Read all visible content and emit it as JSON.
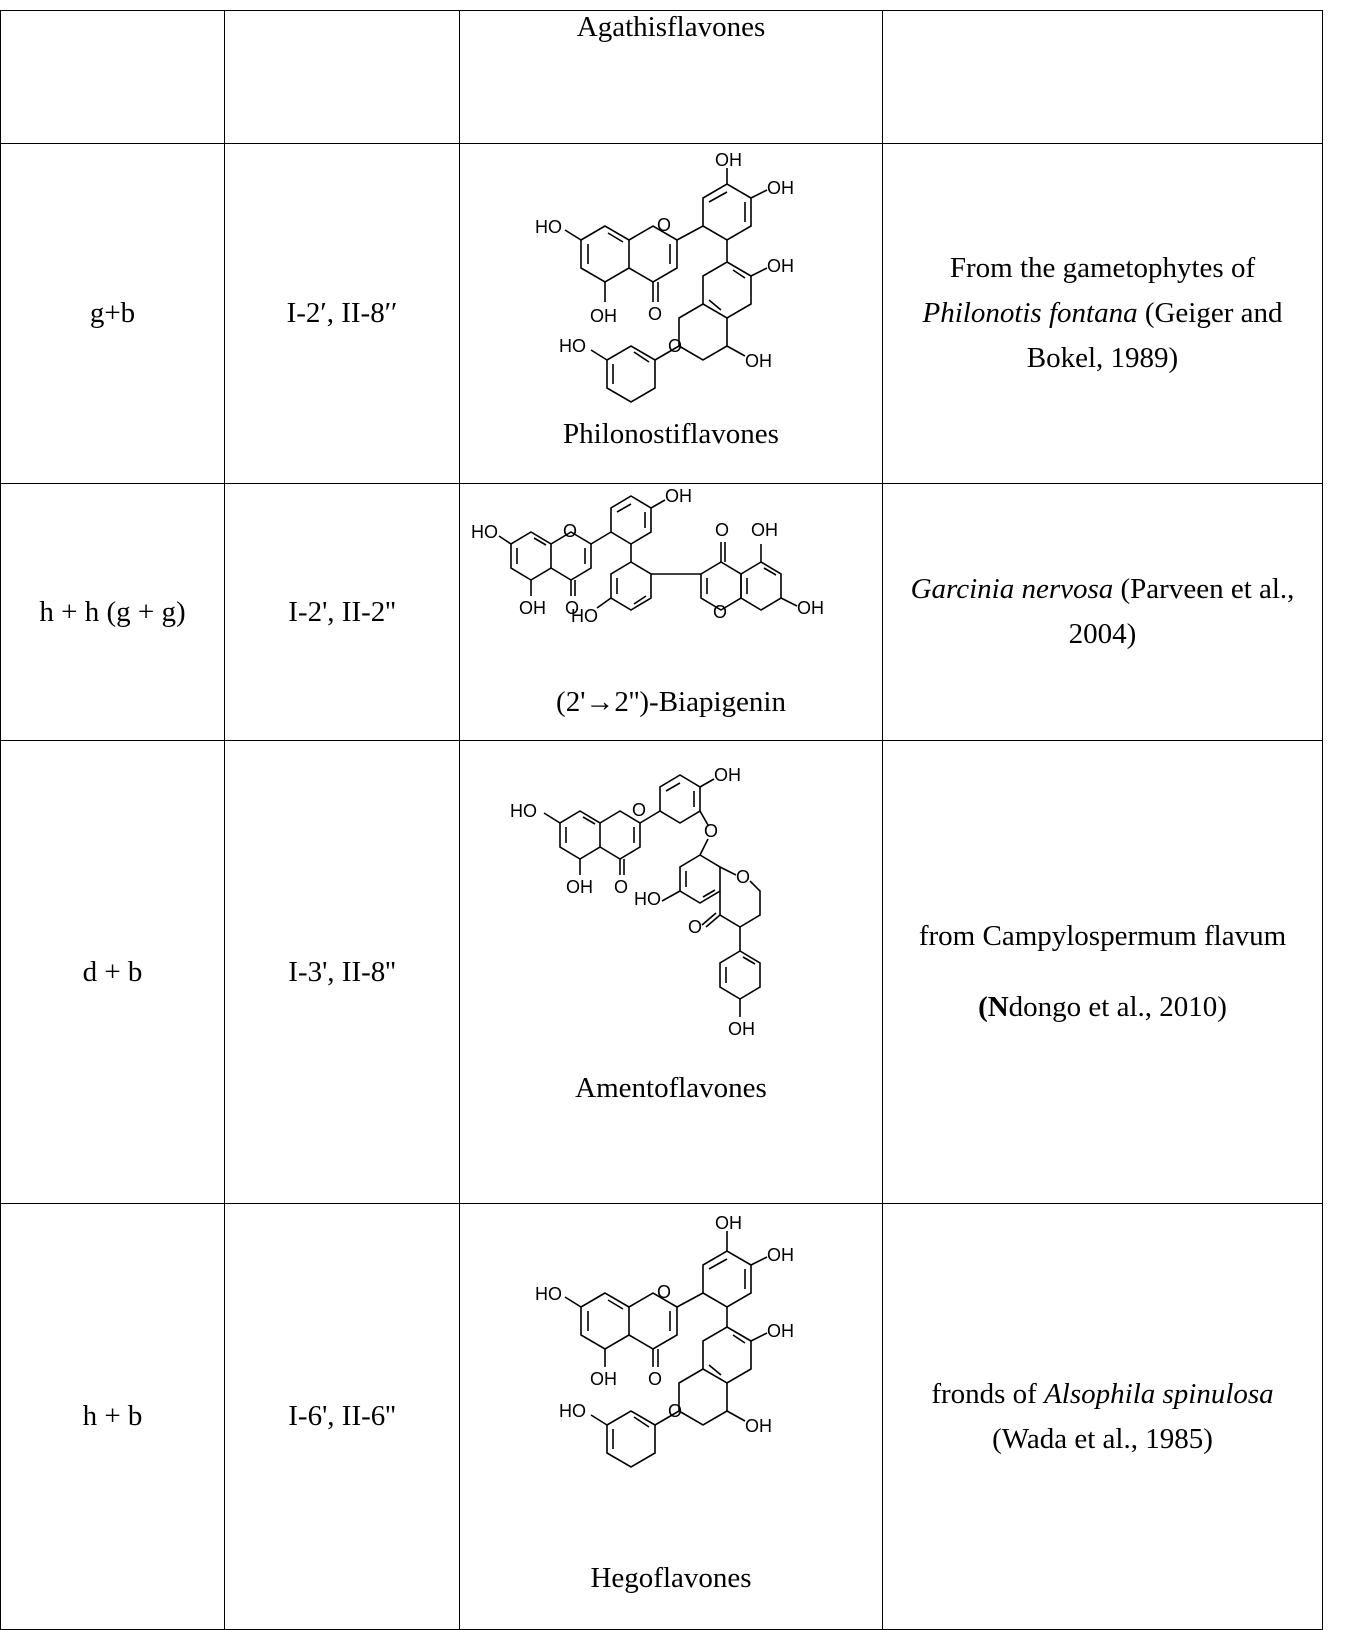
{
  "rows": [
    {
      "linkage_type": "",
      "position": "",
      "compound_name": "Agathisflavones",
      "source": []
    },
    {
      "linkage_type": "g+b",
      "position": "I-2′, II-8′′",
      "compound_name": "Philonostiflavones",
      "source": [
        {
          "text": "From the gametophytes of ",
          "italic": false
        },
        {
          "text": "Philonotis fontana",
          "italic": true
        },
        {
          "text": " (Geiger and Bokel, 1989)",
          "italic": false
        }
      ]
    },
    {
      "linkage_type": "h + h (g + g)",
      "position": "I-2', II-2''",
      "compound_name": "(2'→2'')-Biapigenin",
      "source": [
        {
          "text": "Garcinia nervosa",
          "italic": true
        },
        {
          "text": " (Parveen et al., 2004)",
          "italic": false
        }
      ]
    },
    {
      "linkage_type": "d + b",
      "position": "I-3', II-8''",
      "compound_name": "Amentoflavones",
      "source_lines": [
        {
          "text": "from Campylospermum flavum",
          "bold_prefix": ""
        },
        {
          "text": "dongo et al., 2010)",
          "bold_prefix": "(N"
        }
      ]
    },
    {
      "linkage_type": "h + b",
      "position": "I-6', II-6''",
      "compound_name": "Hegoflavones",
      "source": [
        {
          "text": "fronds of ",
          "italic": false
        },
        {
          "text": "Alsophila spinulosa",
          "italic": true
        },
        {
          "text": " (Wada et al., 1985)",
          "italic": false
        }
      ]
    }
  ],
  "structure_labels": {
    "hydroxyl": "OH",
    "hydroxyl_left": "HO",
    "oxygen": "O"
  }
}
